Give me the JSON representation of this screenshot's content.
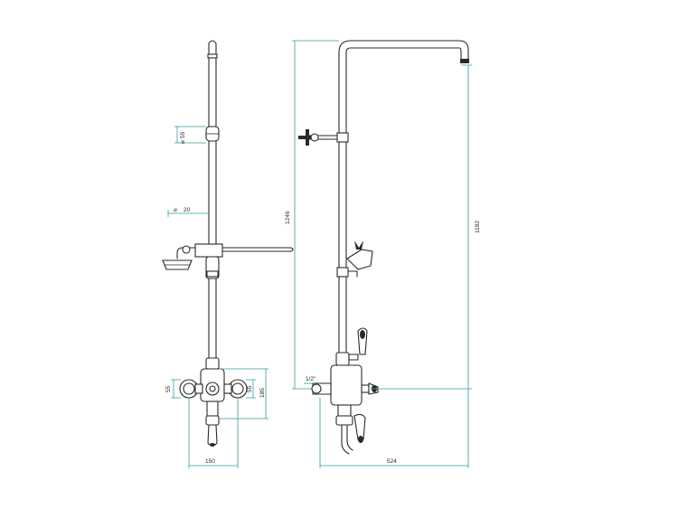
{
  "dimensions": {
    "d_head_mount": "55",
    "d_riser": "20",
    "d_body_left": "55",
    "d_body_right": "55",
    "h_body": "185",
    "w_body": "150",
    "h_total_pipe": "1246",
    "h_outlet": "1182",
    "inlet_size": "1/2\"",
    "projection": "524"
  },
  "colors": {
    "dimension_line": "#2f9e9e",
    "drawing_line": "#2a2a2a"
  }
}
